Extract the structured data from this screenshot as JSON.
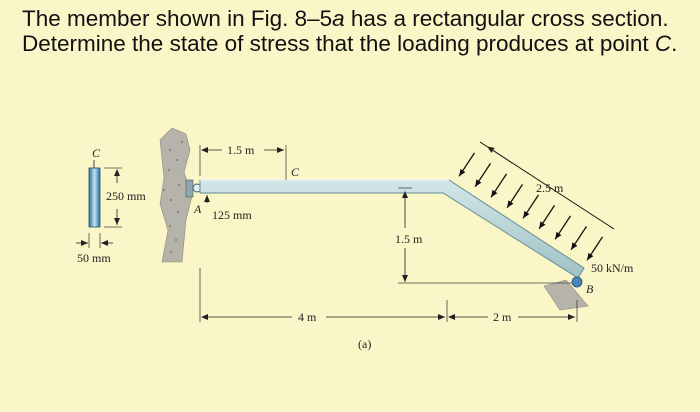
{
  "problem": {
    "part1": "The member shown in Fig. 8–5",
    "fig_letter": "a",
    "part2": " has a rectangular cross section. Determine the state of stress that the loading produces at point ",
    "point": "C",
    "part3": "."
  },
  "figure": {
    "cross_section": {
      "point_label": "C",
      "height_label": "250 mm",
      "width_label": "50 mm"
    },
    "labels": {
      "support_a": "A",
      "point_c": "C",
      "support_b": "B",
      "dist_a_to_c": "1.5 m",
      "dist_c_above_a": "125 mm",
      "vertical_drop": "1.5 m",
      "incline_length": "2.5 m",
      "horizontal_span": "4 m",
      "horizontal_incline": "2 m",
      "distributed_load": "50 kN/m",
      "caption": "(a)"
    },
    "colors": {
      "beam": "#b7d3d6",
      "beam_edge": "#5f8f94",
      "wall": "#b5b3aa",
      "load_arrow": "#111111",
      "section_fill": "#4a86b5"
    }
  }
}
